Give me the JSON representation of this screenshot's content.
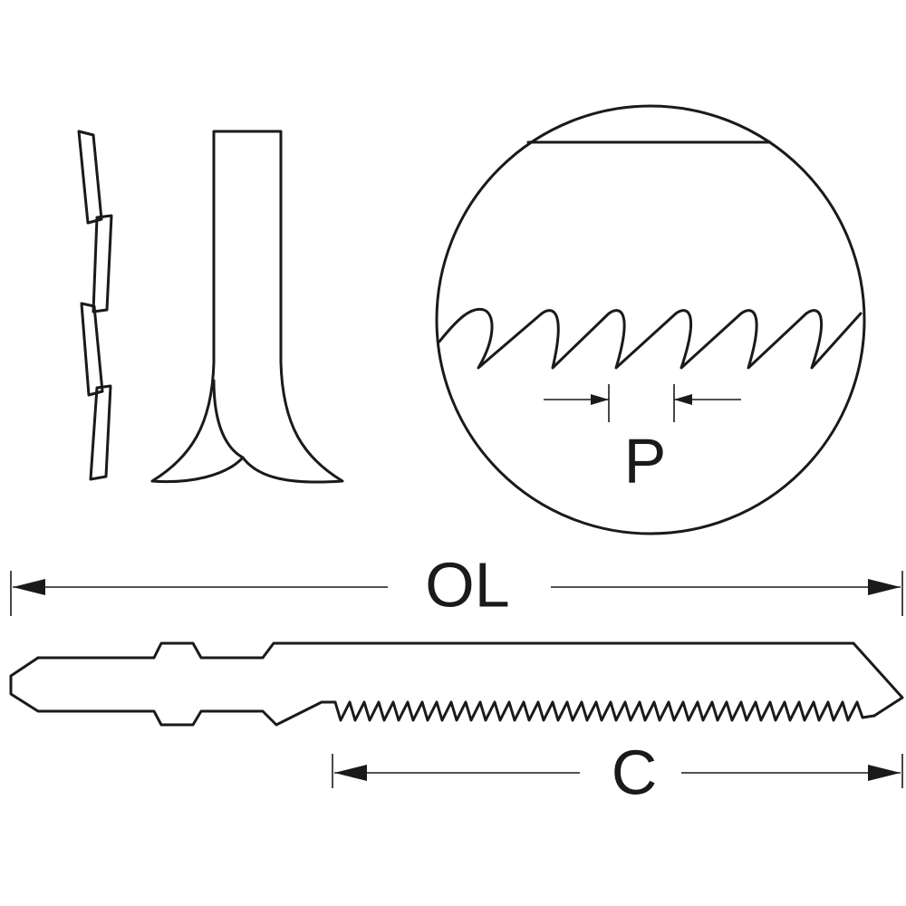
{
  "labels": {
    "pitch": "P",
    "overall_length": "OL",
    "cutting_length": "C"
  },
  "colors": {
    "ink": "#1a1a1a",
    "background": "#ffffff"
  }
}
